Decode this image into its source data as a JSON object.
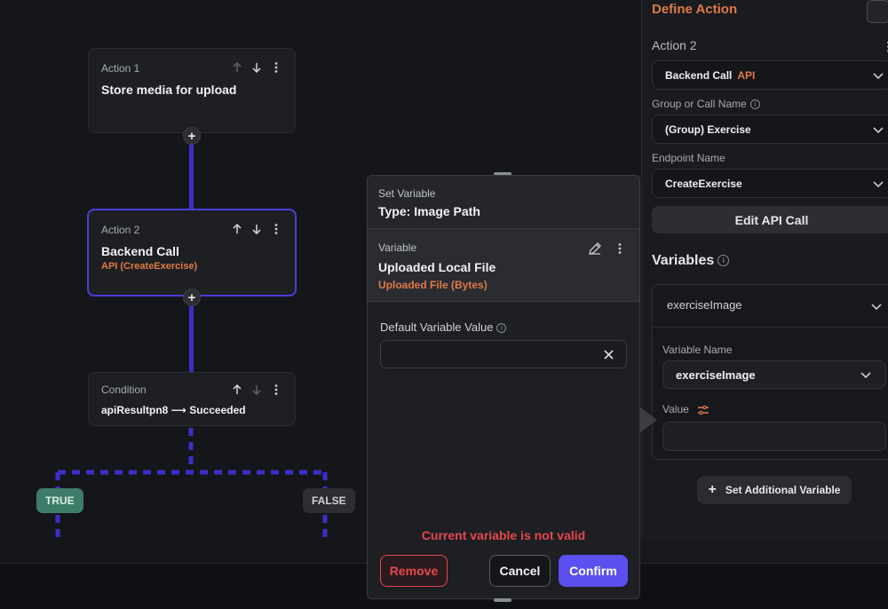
{
  "flow": {
    "action1": {
      "label": "Action 1",
      "title": "Store media for upload"
    },
    "action2": {
      "label": "Action 2",
      "title": "Backend Call",
      "subtitle": "API (CreateExercise)"
    },
    "condition": {
      "label": "Condition",
      "title": "apiResultpn8 ⟶ Succeeded"
    },
    "true_label": "TRUE",
    "false_label": "FALSE"
  },
  "modal": {
    "header_label": "Set Variable",
    "header_title": "Type: Image Path",
    "variable_label": "Variable",
    "variable_title": "Uploaded Local File",
    "variable_sub": "Uploaded File (Bytes)",
    "default_label": "Default Variable Value",
    "default_value": "",
    "error": "Current variable is not valid",
    "remove": "Remove",
    "cancel": "Cancel",
    "confirm": "Confirm"
  },
  "panel": {
    "title": "Define Action",
    "action_label": "Action 2",
    "action_type": "Backend Call",
    "action_type_tag": "API",
    "group_label": "Group or Call Name",
    "group_value": "(Group) Exercise",
    "endpoint_label": "Endpoint Name",
    "endpoint_value": "CreateExercise",
    "edit_api": "Edit API Call",
    "variables_title": "Variables",
    "var_item": "exerciseImage",
    "var_name_label": "Variable Name",
    "var_name_value": "exerciseImage",
    "value_label": "Value",
    "add_var": "Set Additional Variable"
  },
  "colors": {
    "accent": "#5b4ff0",
    "orange": "#e07b46",
    "error": "#e5484d",
    "flow_line": "#3b2fc9",
    "true_badge": "#3e7c6a"
  }
}
